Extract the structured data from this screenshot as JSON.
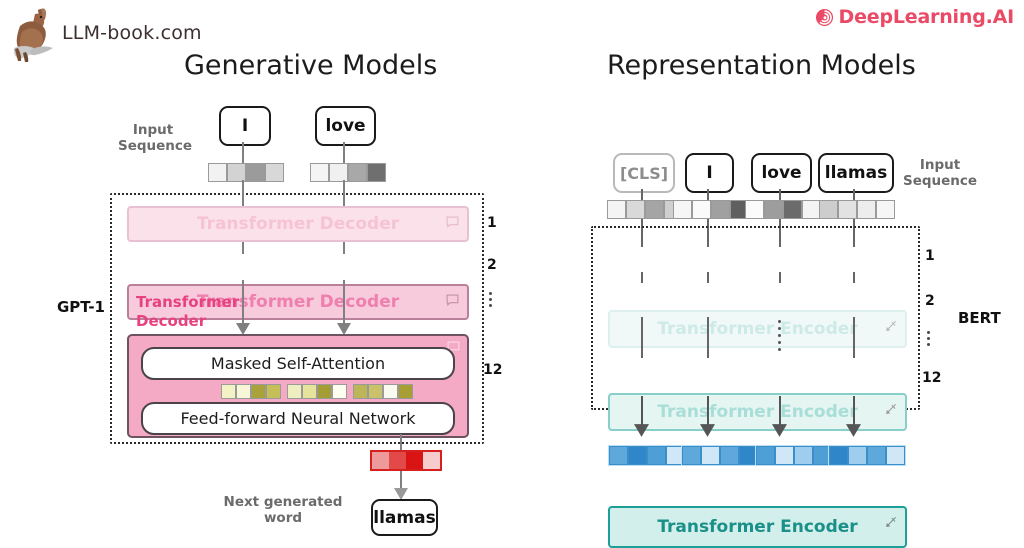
{
  "header": {
    "brand_name": "LLM-book.com",
    "brand_logo_icon": "kangaroo-icon",
    "partner_name": "DeepLearning.AI",
    "partner_logo_icon": "deeplearning-spiral-icon",
    "brand_color": "#ea4a66"
  },
  "panels": {
    "left": {
      "title": "Generative Models",
      "model_name": "GPT-1",
      "input_label": "Input\nSequence",
      "input_label_line1": "Input",
      "input_label_line2": "Sequence",
      "tokens": [
        "I",
        "love"
      ],
      "stack_label_line1": "Transformer",
      "stack_label_line2": "Decoder",
      "layers": [
        {
          "label": "Transformer Decoder",
          "number": "1",
          "corner_icon": "comment-icon"
        },
        {
          "label": "Transformer Decoder",
          "number": "2",
          "corner_icon": "comment-icon"
        },
        {
          "label": "Transformer Decoder",
          "number": "12",
          "corner_icon": "comment-icon"
        }
      ],
      "ellipsis": "⋮",
      "sublayers": [
        "Masked Self-Attention",
        "Feed-forward Neural Network"
      ],
      "output_label_line1": "Next generated",
      "output_label_line2": "word",
      "output_token": "llamas",
      "accent_color": "#e8558c",
      "theme_fill": "#f4a9c4",
      "input_embeddings": [
        [
          "#f2f2f2",
          "#d3d3d3",
          "#9b9b9b",
          "#d8d8d8"
        ],
        [
          "#f4f4f4",
          "#f0f0f0",
          "#a8a8a8",
          "#6f6f6f"
        ]
      ],
      "hidden_embeddings": [
        [
          "#f2f2c4",
          "#f7f7d8",
          "#a9a13a",
          "#c6bf57"
        ],
        [
          "#eeeec0",
          "#e6e49a",
          "#a49c34",
          "#fdfdf0"
        ],
        [
          "#bdb659",
          "#c9c26b",
          "#fafaf0",
          "#a79f34"
        ]
      ],
      "output_embeddings": [
        "#ef9a9a",
        "#e24a4a",
        "#d81414",
        "#f7cccc"
      ]
    },
    "right": {
      "title": "Representation Models",
      "model_name": "BERT",
      "input_label_line1": "Input",
      "input_label_line2": "Sequence",
      "tokens": [
        "[CLS]",
        "I",
        "love",
        "llamas"
      ],
      "layers": [
        {
          "label": "Transformer Encoder",
          "number": "1",
          "corner_icon": "scatter-arrow-icon"
        },
        {
          "label": "Transformer Encoder",
          "number": "2",
          "corner_icon": "scatter-arrow-icon"
        },
        {
          "label": "Transformer Encoder",
          "number": "12",
          "corner_icon": "scatter-arrow-icon"
        }
      ],
      "ellipsis": "⋮",
      "accent_color": "#1d9e96",
      "input_embeddings": [
        [
          "#f4f4f4",
          "#d9d9d9",
          "#a5a5a5",
          "#cfcfcf"
        ],
        [
          "#f6f6f6",
          "#fafafa",
          "#a0a0a0",
          "#5f5f5f"
        ],
        [
          "#fbfbfb",
          "#9d9d9d",
          "#6b6b6b",
          "#f4f4f4"
        ],
        [
          "#cdcdcd",
          "#e2e2e2",
          "#ededed",
          "#f6f6f6"
        ]
      ],
      "output_embeddings": [
        [
          "#5ea8dc",
          "#2f86c9",
          "#4e9fd6",
          "#cfe7f7"
        ],
        [
          "#5ea8dc",
          "#cfe7f7",
          "#5ea8dc",
          "#2f86c9"
        ],
        [
          "#4e9fd6",
          "#cfe7f7",
          "#9fcdee",
          "#4e9fd6"
        ],
        [
          "#2f86c9",
          "#9fcdee",
          "#5ea8dc",
          "#cfe7f7"
        ]
      ]
    }
  }
}
